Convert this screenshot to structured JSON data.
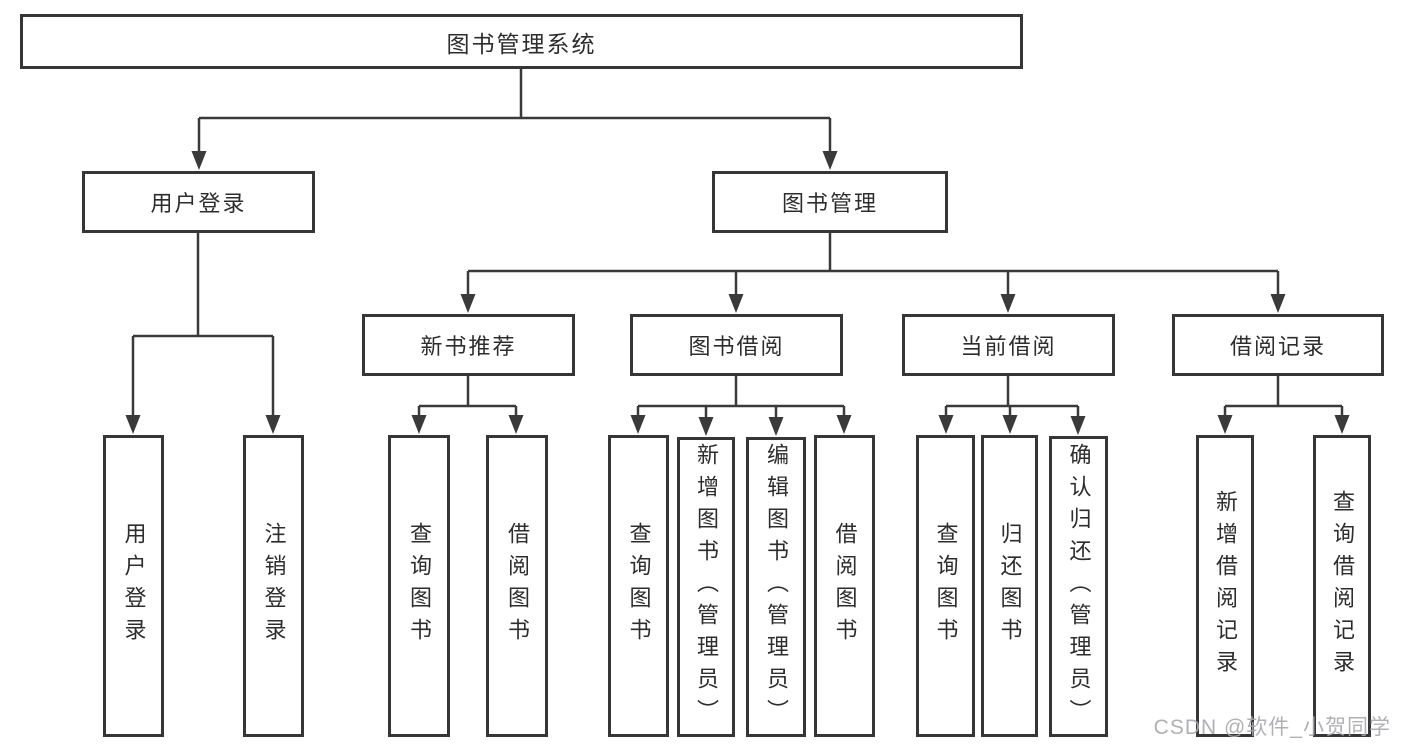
{
  "diagram_title": "图书管理系统",
  "nodes": {
    "root": {
      "label": "图书管理系统"
    },
    "user_login": {
      "label": "用户登录",
      "children": {
        "login": {
          "label": "用户登录"
        },
        "logout": {
          "label": "注销登录"
        }
      }
    },
    "book_mgmt": {
      "label": "图书管理",
      "children": {
        "new_book_rec": {
          "label": "新书推荐",
          "children": {
            "query_books": {
              "label": "查询图书"
            },
            "borrow_books": {
              "label": "借阅图书"
            }
          }
        },
        "book_borrow": {
          "label": "图书借阅",
          "children": {
            "query_books": {
              "label": "查询图书"
            },
            "add_books": {
              "label": "新增图书（管理员）"
            },
            "edit_books": {
              "label": "编辑图书（管理员）"
            },
            "borrow_books": {
              "label": "借阅图书"
            }
          }
        },
        "current_borrow": {
          "label": "当前借阅",
          "children": {
            "query_books": {
              "label": "查询图书"
            },
            "return_books": {
              "label": "归还图书"
            },
            "confirm_return": {
              "label": "确认归还（管理员）"
            }
          }
        },
        "borrow_records": {
          "label": "借阅记录",
          "children": {
            "add_record": {
              "label": "新增借阅记录"
            },
            "query_record": {
              "label": "查询借阅记录"
            }
          }
        }
      }
    }
  },
  "colors": {
    "line": "#3a3a3a",
    "border": "#363636",
    "text": "#2d2d2d",
    "watermark": "#a9a9ad"
  },
  "watermark": "CSDN @软件_小贺同学"
}
